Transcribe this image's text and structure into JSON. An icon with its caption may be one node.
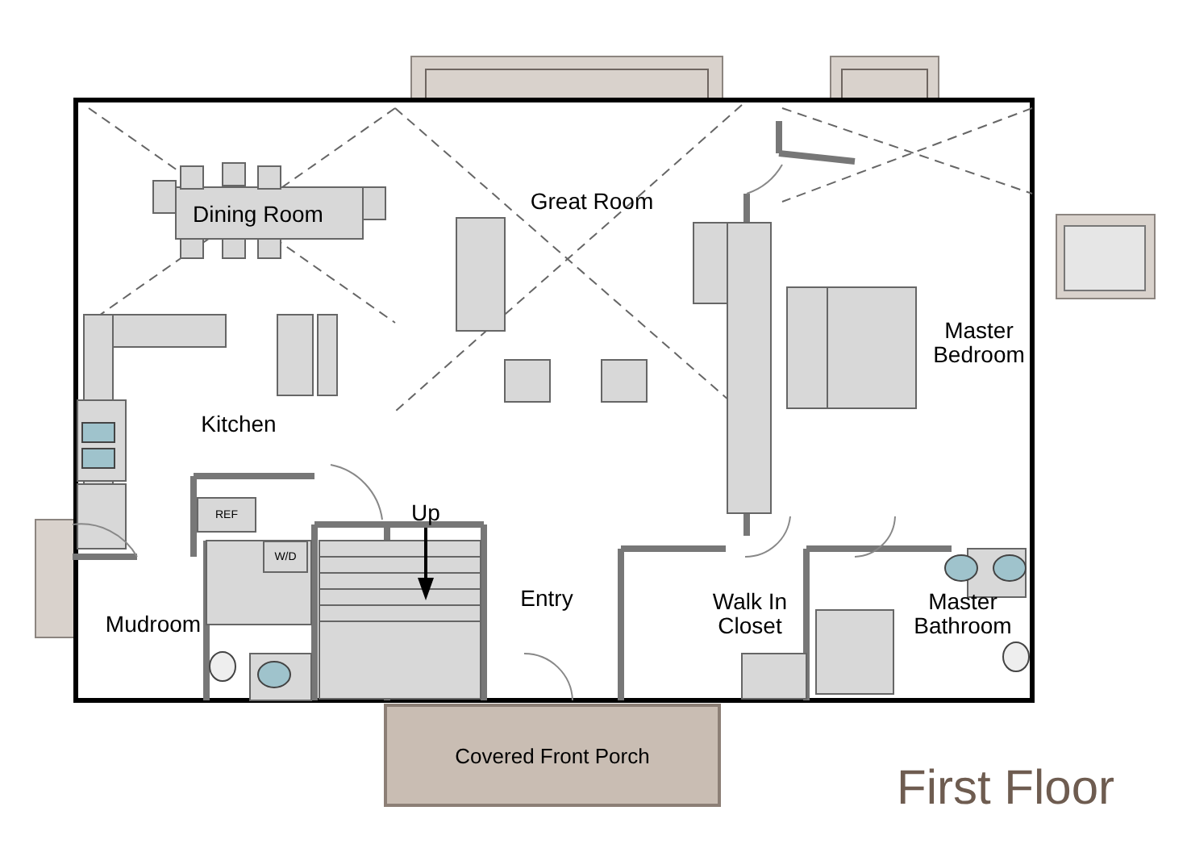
{
  "diagram": {
    "title": "First Floor",
    "nodes": [
      {
        "text": [
          "Covered Front Porch"
        ]
      },
      {
        "text": [
          "REF"
        ]
      },
      {
        "text": [
          "W/D"
        ]
      }
    ],
    "edges": [],
    "labels": [
      "Dining Room",
      "Great Room",
      "Master Bedroom",
      "Kitchen",
      "Up",
      "Entry",
      "Mudroom",
      "Walk In Closet",
      "Master Bathroom"
    ]
  }
}
